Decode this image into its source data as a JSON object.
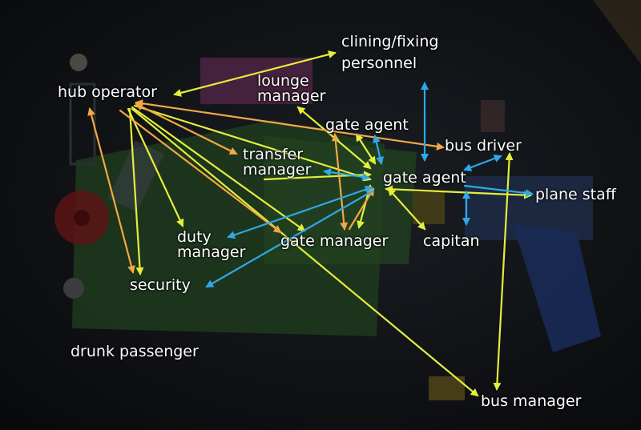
{
  "colors": {
    "yellow_arrow": "#e4ee3c",
    "orange_arrow": "#f2a843",
    "blue_arrow": "#2fa8e8",
    "label_text": "#ffffff"
  },
  "nodes": {
    "hub_operator": "hub operator",
    "clining_fixing_line1": "clining/fixing",
    "clining_fixing_line2": "personnel",
    "lounge_manager_line1": "lounge",
    "lounge_manager_line2": "manager",
    "gate_agent_top": "gate agent",
    "bus_driver": "bus driver",
    "transfer_manager_line1": "transfer",
    "transfer_manager_line2": "manager",
    "gate_agent_center": "gate agent",
    "plane_staff": "plane staff",
    "duty_manager_line1": "duty",
    "duty_manager_line2": "manager",
    "gate_manager": "gate manager",
    "capitan": "capitan",
    "security": "security",
    "drunk_passenger": "drunk passenger",
    "bus_manager": "bus manager"
  }
}
